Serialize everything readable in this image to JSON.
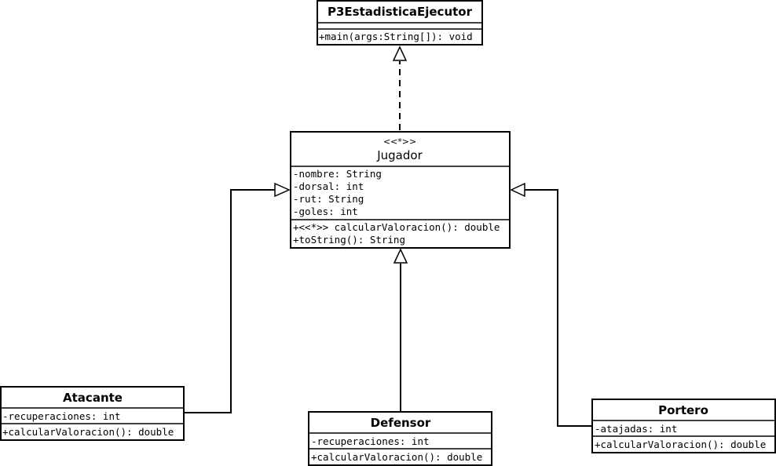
{
  "ejecutor": {
    "name": "P3EstadisticaEjecutor",
    "methods": [
      "+main(args:String[]): void"
    ]
  },
  "jugador": {
    "stereotype": "<<*>>",
    "name": "Jugador",
    "attributes": [
      "-nombre: String",
      "-dorsal: int",
      "-rut: String",
      "-goles: int"
    ],
    "methods": [
      "+<<*>> calcularValoracion(): double",
      "+toString(): String"
    ]
  },
  "atacante": {
    "name": "Atacante",
    "attributes": [
      "-recuperaciones: int"
    ],
    "methods": [
      "+calcularValoracion(): double"
    ]
  },
  "defensor": {
    "name": "Defensor",
    "attributes": [
      "-recuperaciones: int"
    ],
    "methods": [
      "+calcularValoracion(): double"
    ]
  },
  "portero": {
    "name": "Portero",
    "attributes": [
      "-atajadas: int"
    ],
    "methods": [
      "+calcularValoracion(): double"
    ]
  }
}
